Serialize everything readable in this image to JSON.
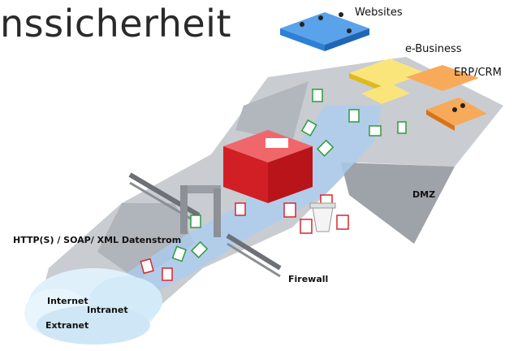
{
  "title": "nssicherheit",
  "labels": {
    "websites": "Websites",
    "ebusiness": "e-Business",
    "erp": "ERP/CRM",
    "dmz": "DMZ",
    "firewall": "Firewall",
    "datastream": "HTTP(S) / SOAP/ XML Datenstrom",
    "internet": "Internet",
    "intranet": "Intranet",
    "extranet": "Extranet"
  },
  "colors": {
    "floor": "#c9ccd1",
    "floor_dark": "#a6aab1",
    "stream": "#aacdf0",
    "websites_platform": "#2f7fd6",
    "ebusiness_platform": "#f5d33a",
    "erp_platform": "#f08a2c",
    "gateway": "#e2252b",
    "cloud": "#dff0fb",
    "good_doc": "#2e9b3a",
    "bad_doc": "#d8262c"
  }
}
